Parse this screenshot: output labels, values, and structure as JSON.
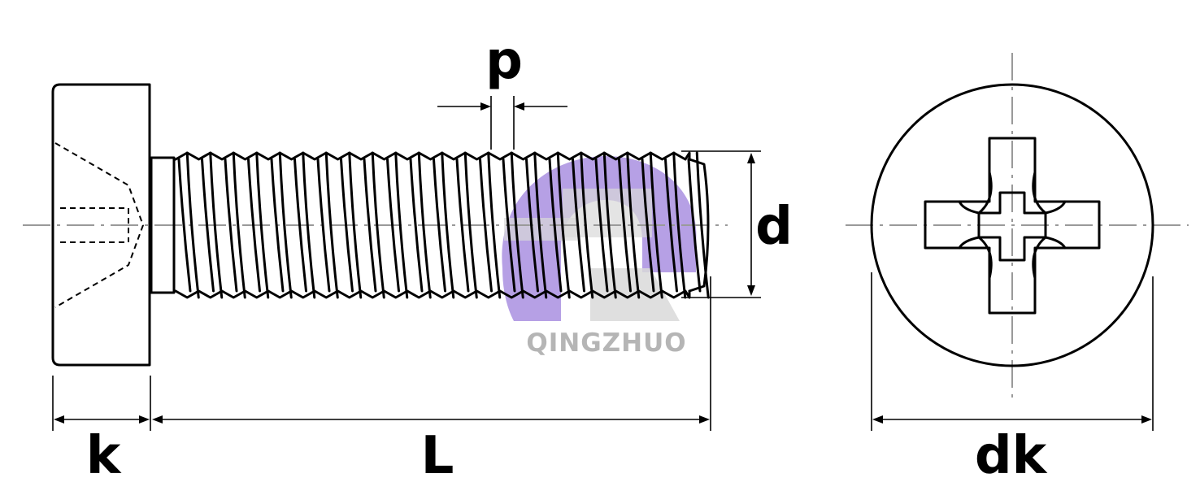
{
  "labels": {
    "k": "k",
    "L": "L",
    "p": "p",
    "d": "d",
    "dk": "dk"
  },
  "watermark": {
    "text": "QINGZHUO",
    "color_primary": "#a98fe0",
    "color_secondary": "#d9d9d9",
    "text_color": "#b5b5b5"
  },
  "colors": {
    "line": "#000000",
    "centerline": "#9a9a9a",
    "background": "#ffffff"
  }
}
